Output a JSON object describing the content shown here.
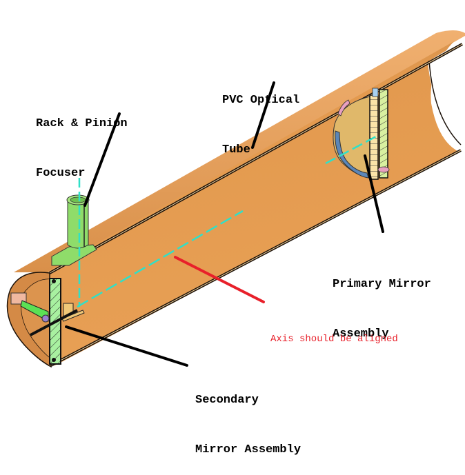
{
  "diagram": {
    "title": "Newtonian Telescope Cutaway",
    "colors": {
      "tube": "#e39a4f",
      "tube_shade": "#c98a4c",
      "tube_edge": "#1a1008",
      "focuser": "#8fdc6a",
      "green_hatch": "#a8f0a0",
      "primary_mirror": "#e0b86a",
      "mirror_cell": "#5b86b8",
      "pink_part": "#e8a0c0",
      "axis_line": "#2fe0c8",
      "leader": "#000000",
      "annotation": "#e8202a"
    },
    "labels": [
      {
        "id": "rack-pinion",
        "lines": [
          "Rack & Pinion",
          "Focuser"
        ]
      },
      {
        "id": "pvc-tube",
        "lines": [
          "PVC Optical",
          "Tube"
        ]
      },
      {
        "id": "primary-mirror",
        "lines": [
          "Primary Mirror",
          "Assembly"
        ]
      },
      {
        "id": "secondary-mirror",
        "lines": [
          "Secondary",
          "Mirror Assembly"
        ]
      }
    ],
    "annotation": {
      "text": "Axis should be aligned"
    }
  }
}
